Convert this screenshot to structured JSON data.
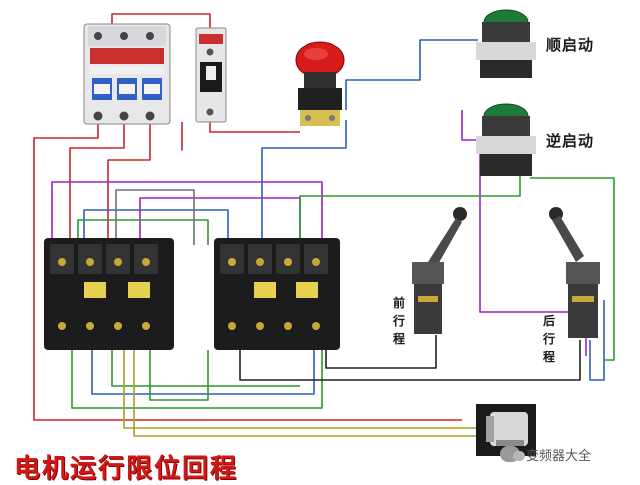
{
  "labels": {
    "forward_start": "顺启动",
    "reverse_start": "逆启动",
    "forward_limit": [
      "前",
      "行",
      "程"
    ],
    "reverse_limit": [
      "后",
      "行",
      "程"
    ],
    "title": "电机运行限位回程"
  },
  "watermark": "变频器大全",
  "wire_colors": {
    "red": "#c8282a",
    "blue": "#2d5fbf",
    "purple": "#a020c8",
    "green": "#2a9a2a",
    "olive": "#a8a020",
    "black": "#202020",
    "gray": "#707070"
  }
}
